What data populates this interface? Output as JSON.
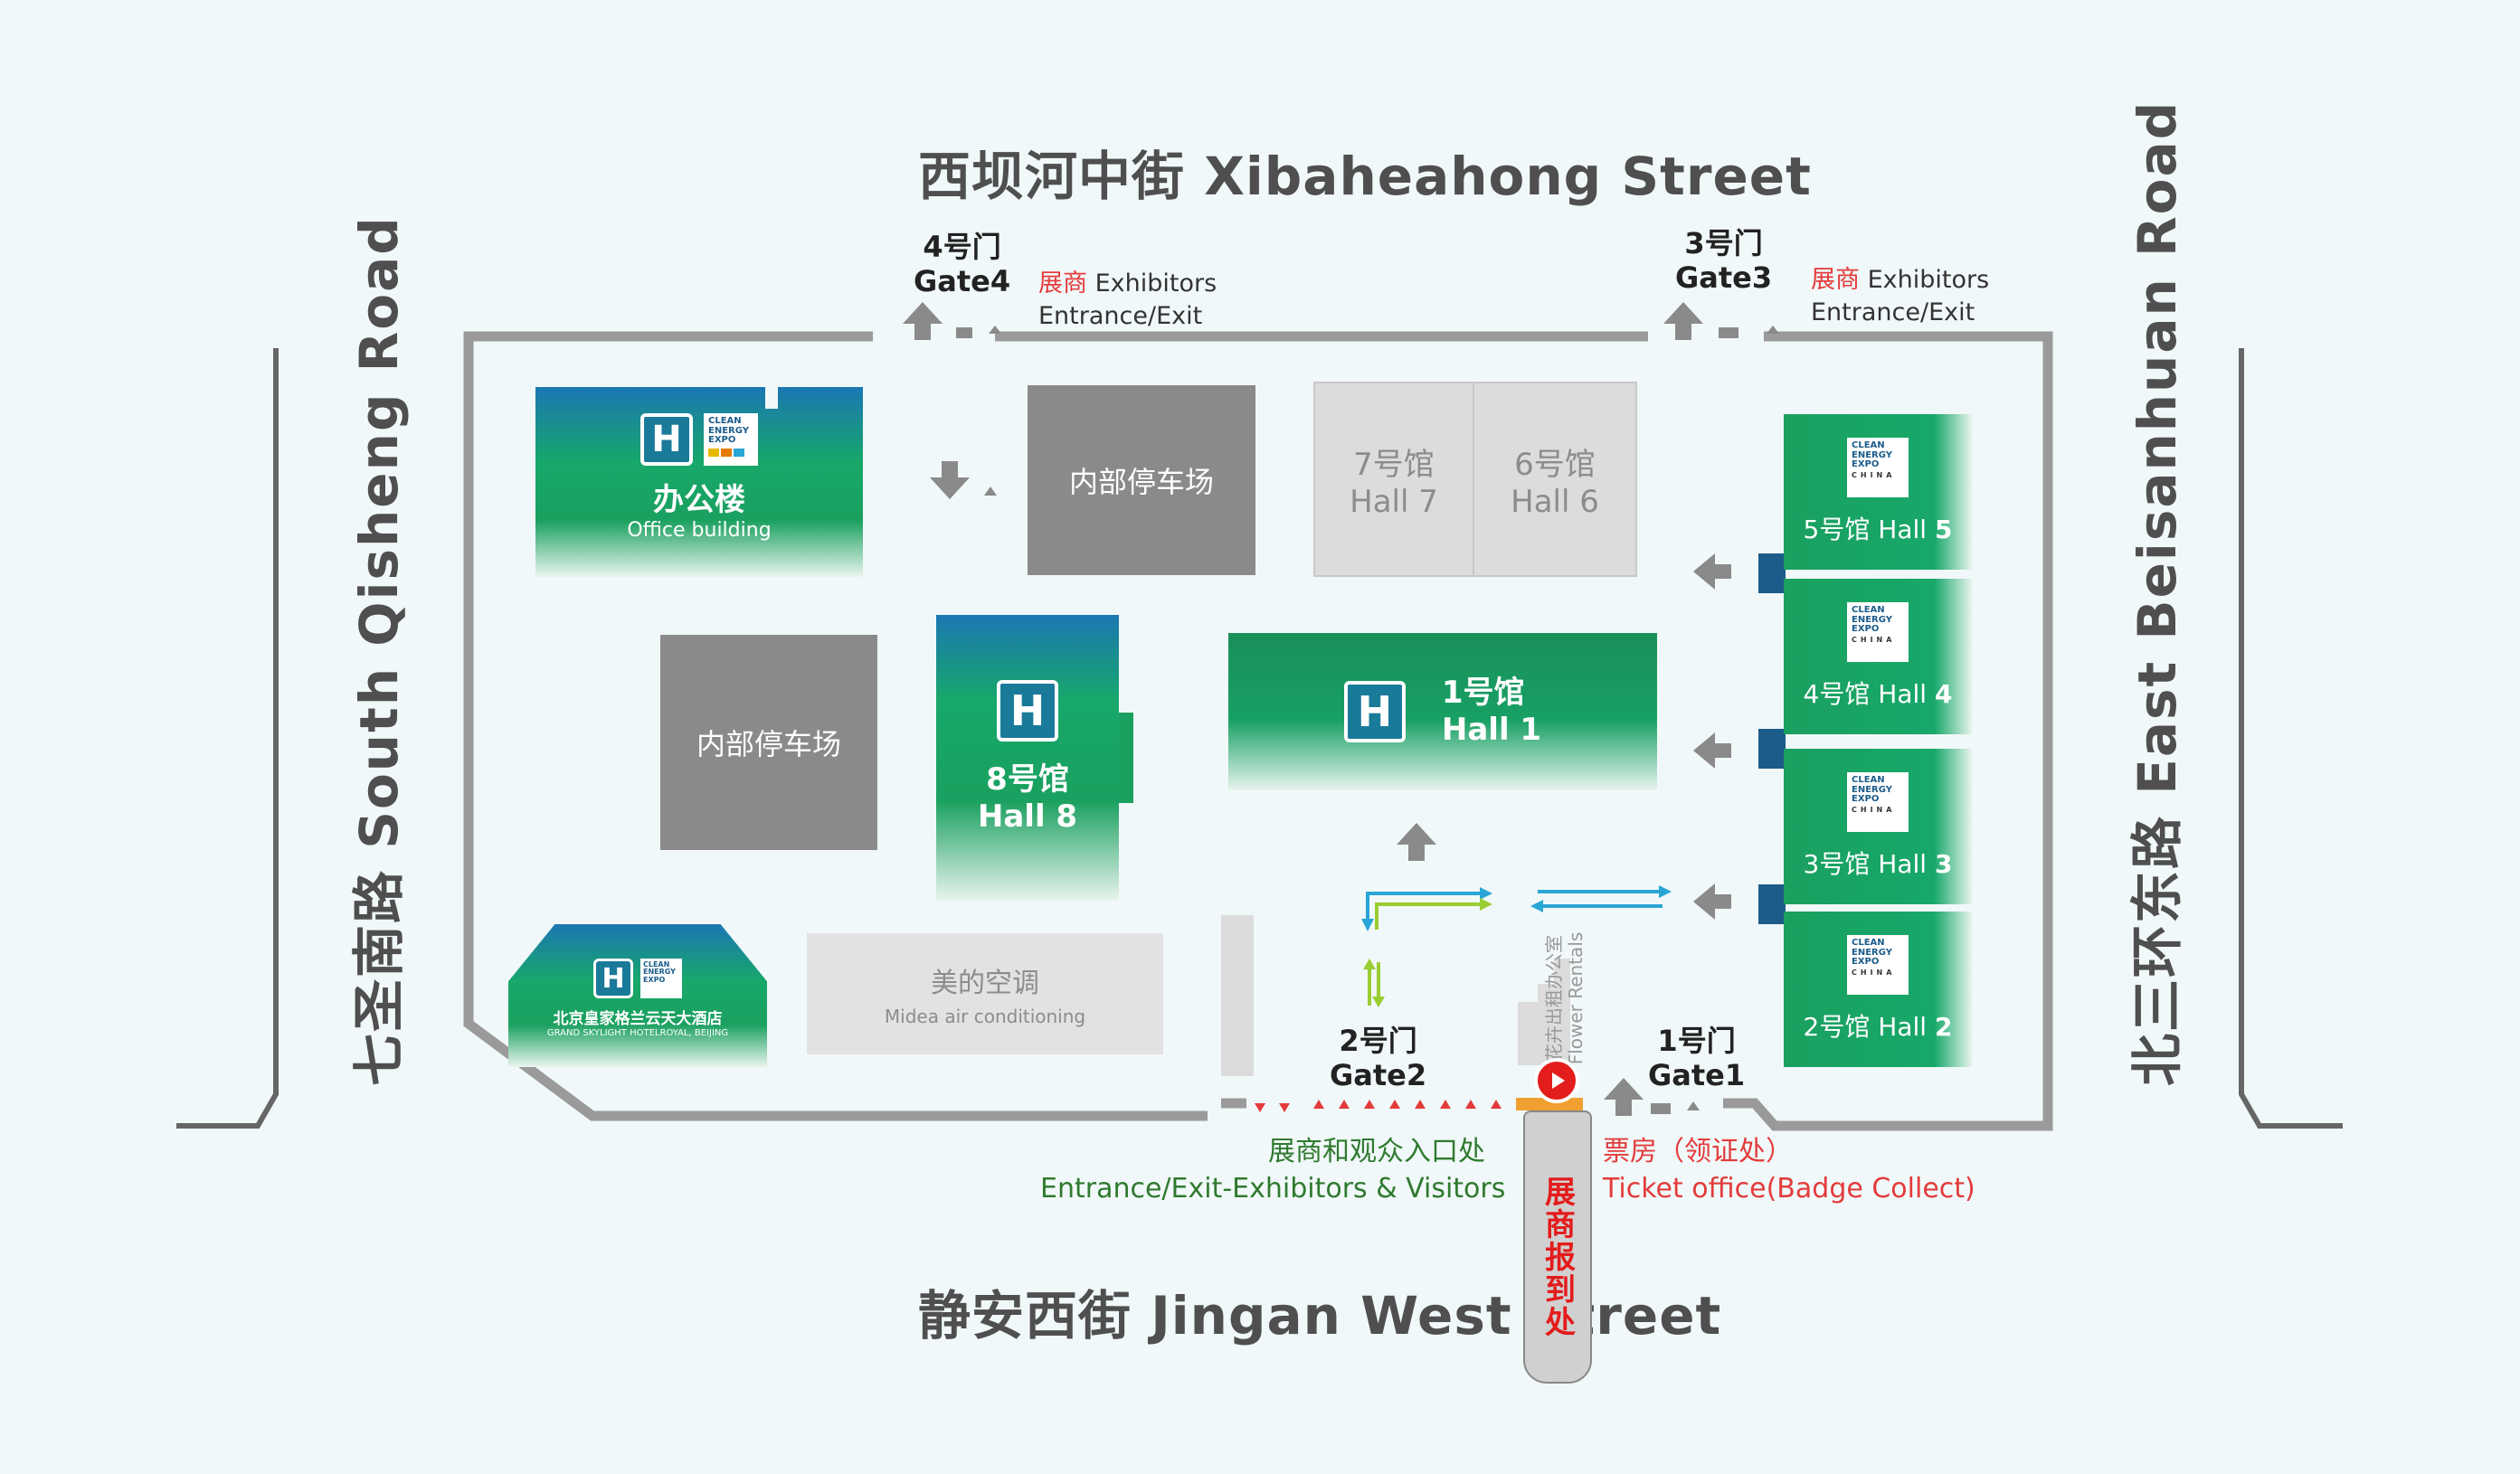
{
  "streets": {
    "north": "西坝河中街  Xibaheahong Street",
    "south": "静安西街  Jingan West Street",
    "west": "七圣南路  South Qisheng Road",
    "east": "北三环东路  East Beisanhuan Road"
  },
  "gates": {
    "gate4": {
      "cn": "4号门",
      "en": "Gate4"
    },
    "gate3": {
      "cn": "3号门",
      "en": "Gate3"
    },
    "gate2": {
      "cn": "2号门",
      "en": "Gate2"
    },
    "gate1": {
      "cn": "1号门",
      "en": "Gate1"
    }
  },
  "gate_notes": {
    "gate4": {
      "red": "展商",
      "text1": " Exhibitors",
      "text2": "Entrance/Exit"
    },
    "gate3": {
      "red": "展商",
      "text1": " Exhibitors",
      "text2": "Entrance/Exit"
    }
  },
  "buildings": {
    "office": {
      "cn": "办公楼",
      "en": "Office building"
    },
    "parking_top": "内部停车场",
    "parking_left": "内部停车场",
    "hall7": {
      "cn": "7号馆",
      "en": "Hall 7"
    },
    "hall6": {
      "cn": "6号馆",
      "en": "Hall 6"
    },
    "hall8": {
      "cn": "8号馆",
      "en": "Hall 8"
    },
    "hall1": {
      "cn": "1号馆",
      "en": "Hall 1"
    },
    "midea": {
      "cn": "美的空调",
      "en": "Midea air conditioning"
    },
    "hotel": {
      "cn": "北京皇家格兰云天大酒店",
      "en": "GRAND SKYLIGHT HOTELROYAL, BEIJING"
    },
    "flower": {
      "cn": "花卉出租办公室",
      "en": "Flower Rentals"
    }
  },
  "side_halls": [
    {
      "cn": "5号馆",
      "en": "Hall ",
      "num": "5"
    },
    {
      "cn": "4号馆",
      "en": "Hall ",
      "num": "4"
    },
    {
      "cn": "3号馆",
      "en": "Hall ",
      "num": "3"
    },
    {
      "cn": "2号馆",
      "en": "Hall ",
      "num": "2"
    }
  ],
  "logos": {
    "h2": "H",
    "expo_line1": "CLEAN",
    "expo_line2": "ENERGY",
    "expo_line3": "EXPO",
    "expo_china": "CHINA"
  },
  "labels": {
    "main_entrance_cn": "展商和观众入口处",
    "main_entrance_en": "Entrance/Exit-Exhibitors & Visitors",
    "ticket_cn": "票房（领证处）",
    "ticket_en": "Ticket office(Badge Collect)",
    "registration": "展商报到处"
  },
  "colors": {
    "green": "#1aa05f",
    "blue": "#1b77b3",
    "red": "#e33b3b",
    "wall": "#9a9a9a",
    "cyan_arrow": "#2aa6d6",
    "lime_arrow": "#9acd32"
  }
}
